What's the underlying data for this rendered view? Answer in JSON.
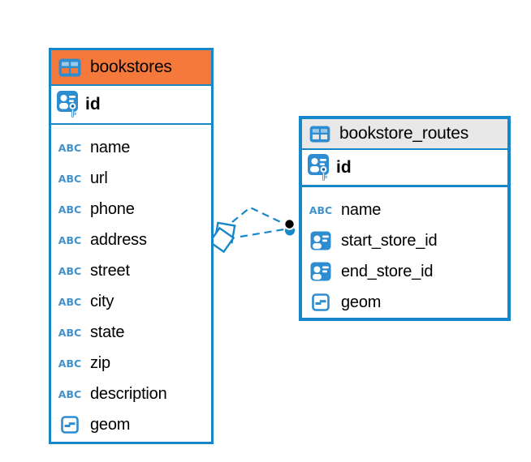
{
  "colors": {
    "table_border": "#1787C9",
    "bookstores_header": "#F5793B",
    "routes_header": "#E8E8E8",
    "icon_blue": "#2E8CD0",
    "connector": "#1787C9",
    "text": "#000000"
  },
  "text_icon_label": "ABC",
  "tables": [
    {
      "title": "bookstores",
      "header_color": "#F5793B",
      "primary_key": {
        "label": "id",
        "icon": "primary-key-icon"
      },
      "columns": [
        {
          "label": "name",
          "icon": "text-type-icon"
        },
        {
          "label": "url",
          "icon": "text-type-icon"
        },
        {
          "label": "phone",
          "icon": "text-type-icon"
        },
        {
          "label": "address",
          "icon": "text-type-icon"
        },
        {
          "label": "street",
          "icon": "text-type-icon"
        },
        {
          "label": "city",
          "icon": "text-type-icon"
        },
        {
          "label": "state",
          "icon": "text-type-icon"
        },
        {
          "label": "zip",
          "icon": "text-type-icon"
        },
        {
          "label": "description",
          "icon": "text-type-icon"
        },
        {
          "label": "geom",
          "icon": "geometry-type-icon"
        }
      ]
    },
    {
      "title": "bookstore_routes",
      "header_color": "#E8E8E8",
      "primary_key": {
        "label": "id",
        "icon": "primary-key-icon"
      },
      "columns": [
        {
          "label": "name",
          "icon": "text-type-icon"
        },
        {
          "label": "start_store_id",
          "icon": "foreign-key-icon"
        },
        {
          "label": "end_store_id",
          "icon": "foreign-key-icon"
        },
        {
          "label": "geom",
          "icon": "geometry-type-icon"
        }
      ]
    }
  ],
  "relationship": {
    "from_table": "bookstore_routes",
    "to_table": "bookstores",
    "line_style": "dashed",
    "endpoints": [
      "diamond",
      "dot"
    ]
  }
}
